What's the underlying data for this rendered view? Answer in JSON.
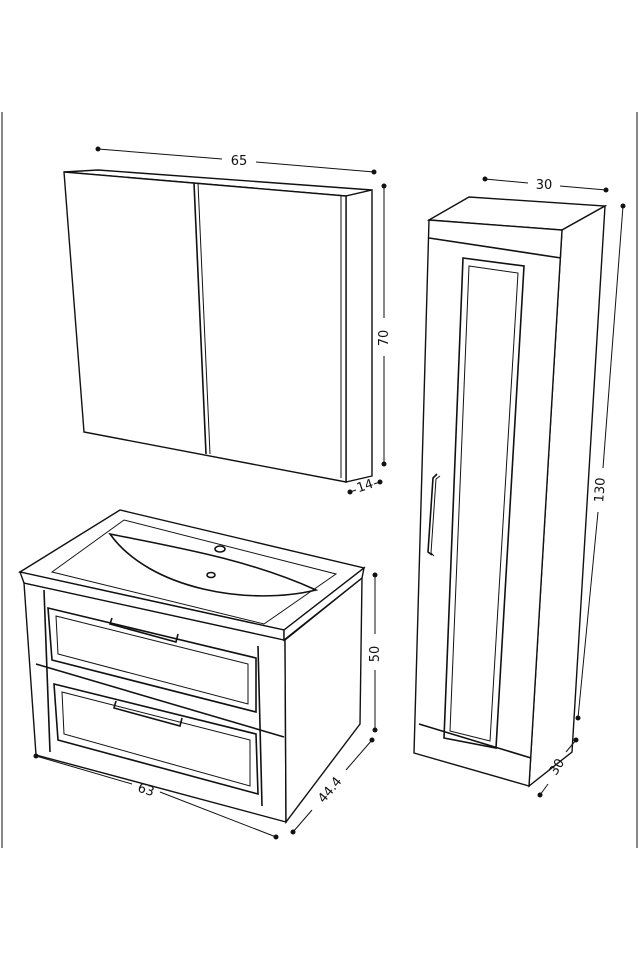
{
  "dimensions": {
    "mirror_width": "65",
    "mirror_height": "70",
    "mirror_depth": "14",
    "column_width": "30",
    "column_height": "130",
    "column_depth": "30",
    "vanity_width": "63",
    "vanity_height": "50",
    "vanity_depth": "44.4"
  }
}
